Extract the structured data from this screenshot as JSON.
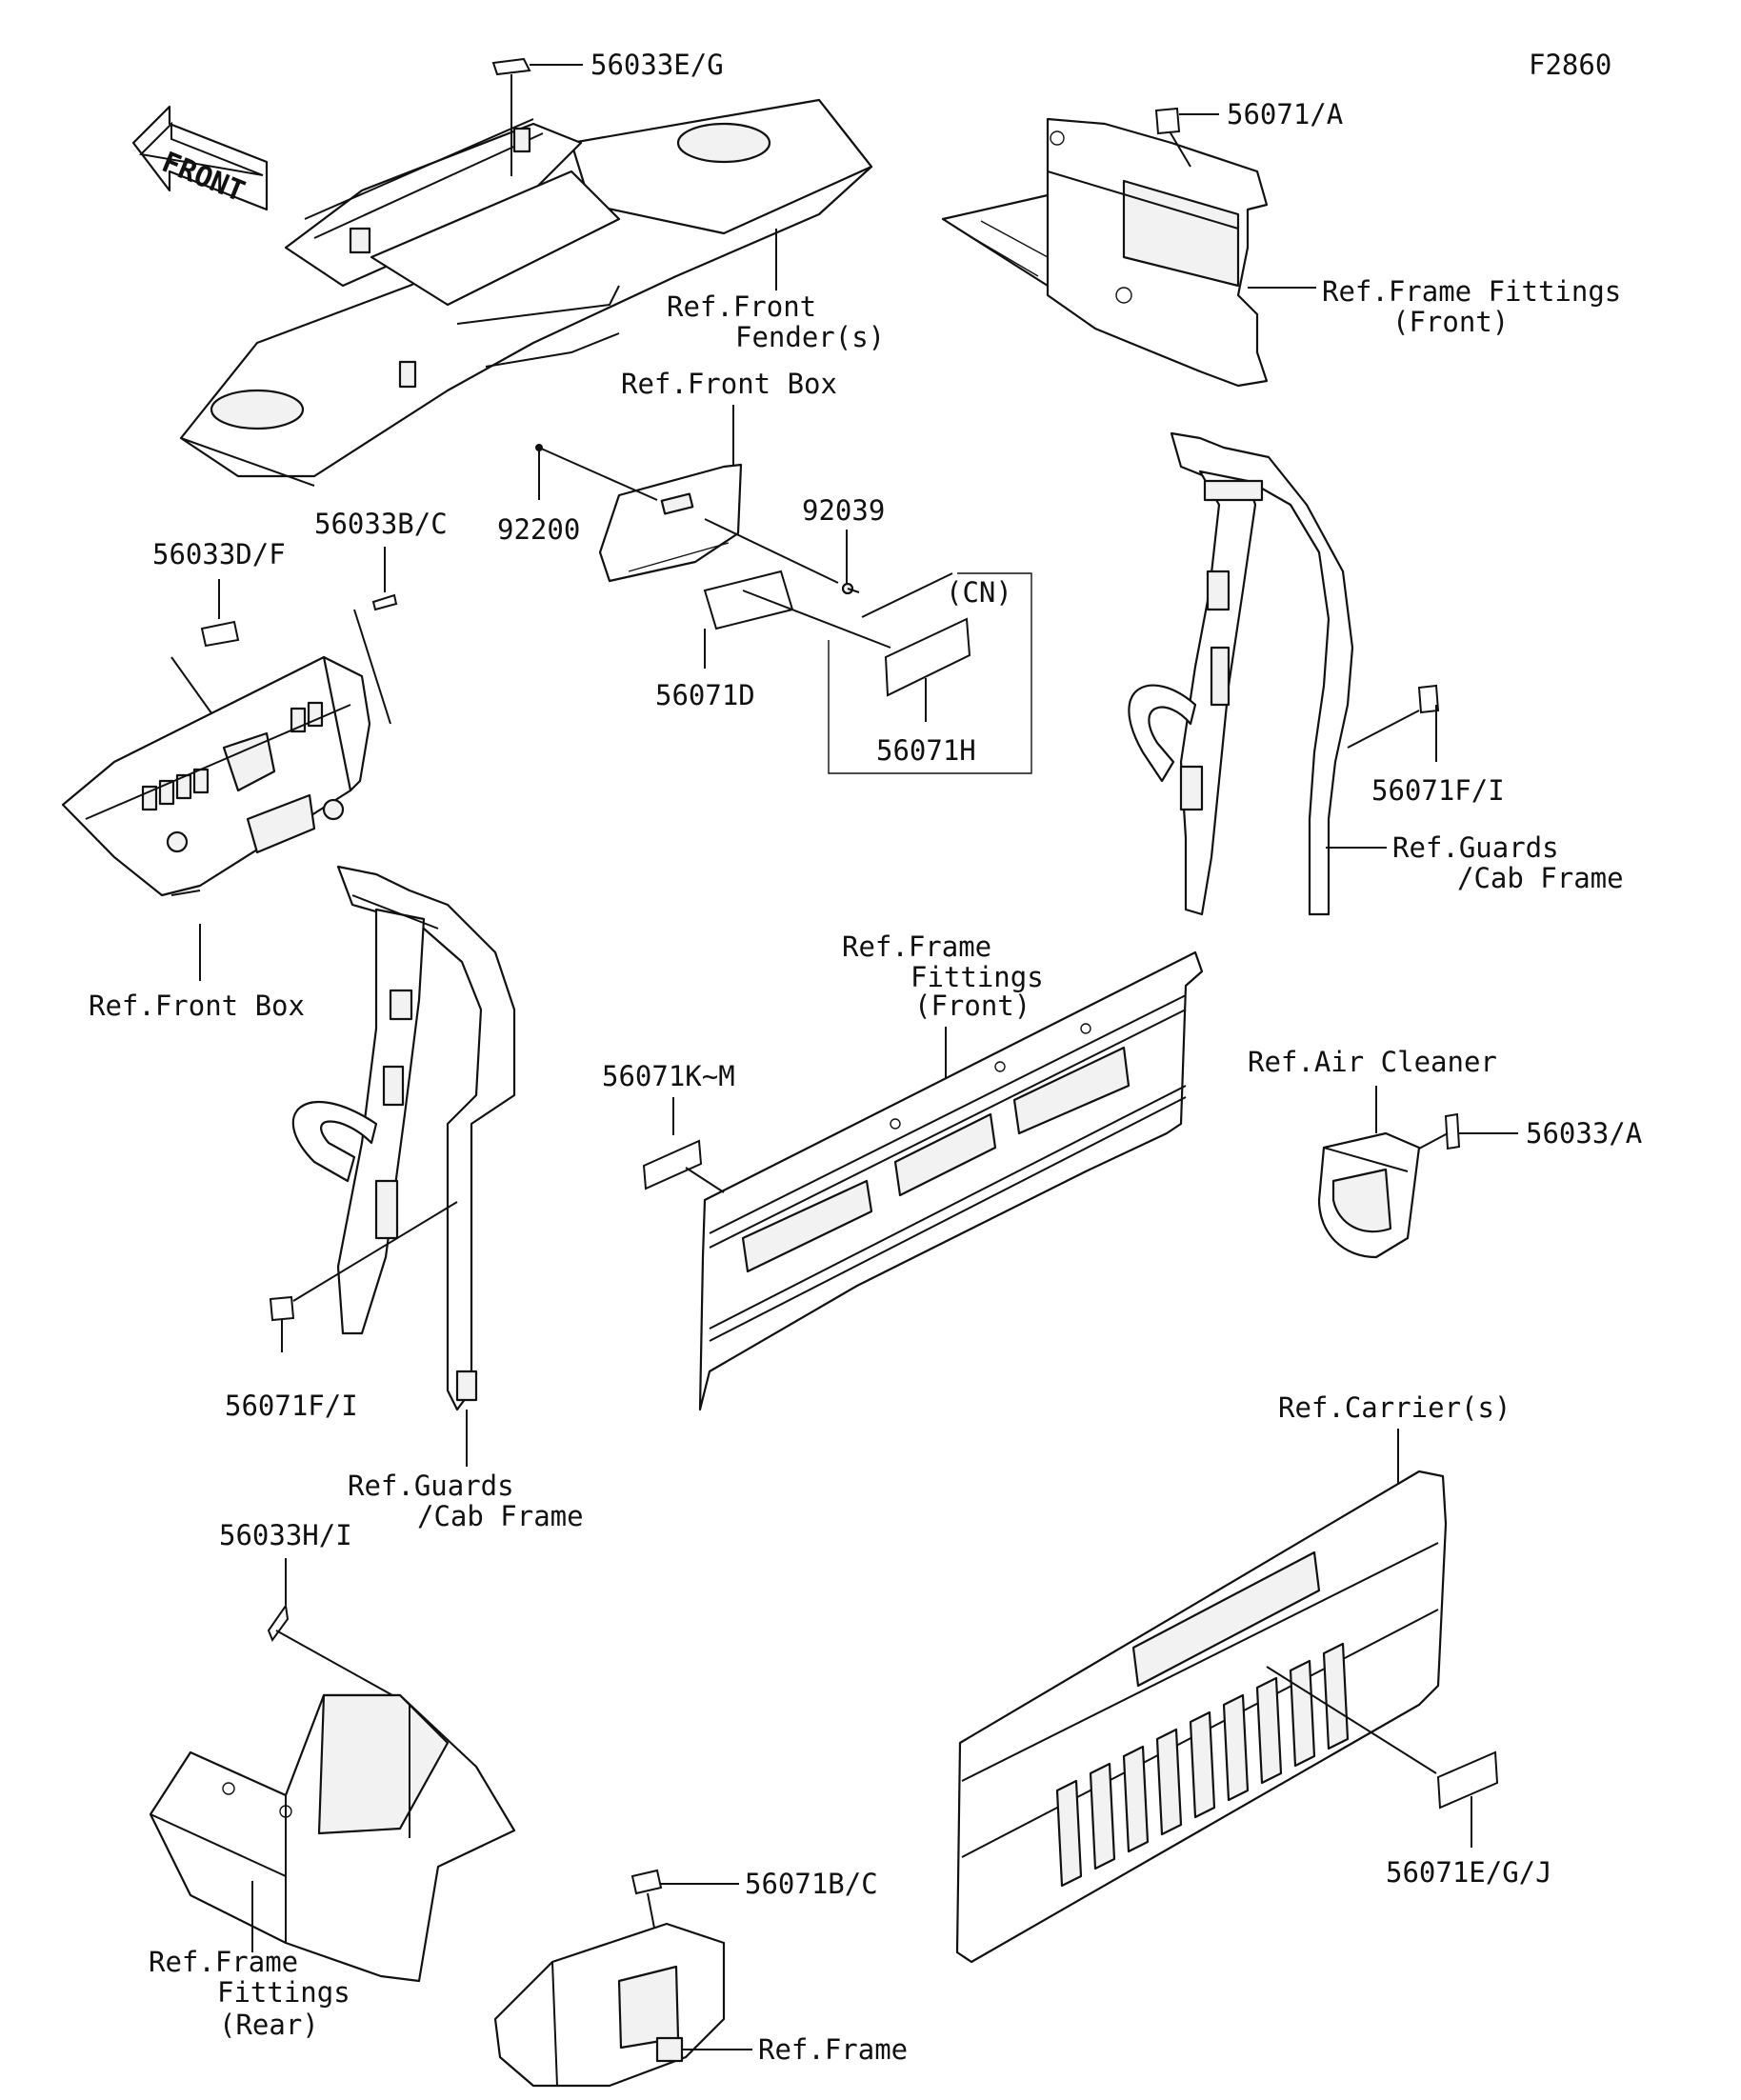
{
  "figure_id": "F2860",
  "front_arrow": "FRONT",
  "callouts": {
    "c56033eg": "56033E/G",
    "c56071a": "56071/A",
    "ref_front_fender_1": "Ref.Front",
    "ref_front_fender_2": "Fender(s)",
    "ref_frame_fittings_front_a1": "Ref.Frame Fittings",
    "ref_frame_fittings_front_a2": "(Front)",
    "ref_front_box_top": "Ref.Front Box",
    "c92200": "92200",
    "c92039": "92039",
    "cn": "(CN)",
    "c56071d": "56071D",
    "c56071h": "56071H",
    "c56033df": "56033D/F",
    "c56033bc": "56033B/C",
    "ref_front_box_left": "Ref.Front Box",
    "c56071fi_right": "56071F/I",
    "ref_guards_right_1": "Ref.Guards",
    "ref_guards_right_2": "/Cab Frame",
    "ref_frame_fittings_front_b1": "Ref.Frame",
    "ref_frame_fittings_front_b2": "Fittings",
    "ref_frame_fittings_front_b3": "(Front)",
    "c56071km": "56071K~M",
    "ref_air_cleaner": "Ref.Air Cleaner",
    "c56033a": "56033/A",
    "c56071fi_left": "56071F/I",
    "ref_guards_left_1": "Ref.Guards",
    "ref_guards_left_2": "/Cab Frame",
    "ref_carriers": "Ref.Carrier(s)",
    "c56033hi": "56033H/I",
    "c56071egj": "56071E/G/J",
    "c56071bc": "56071B/C",
    "ref_frame_fittings_rear_1": "Ref.Frame",
    "ref_frame_fittings_rear_2": "Fittings",
    "ref_frame_fittings_rear_3": "(Rear)",
    "ref_frame": "Ref.Frame"
  }
}
